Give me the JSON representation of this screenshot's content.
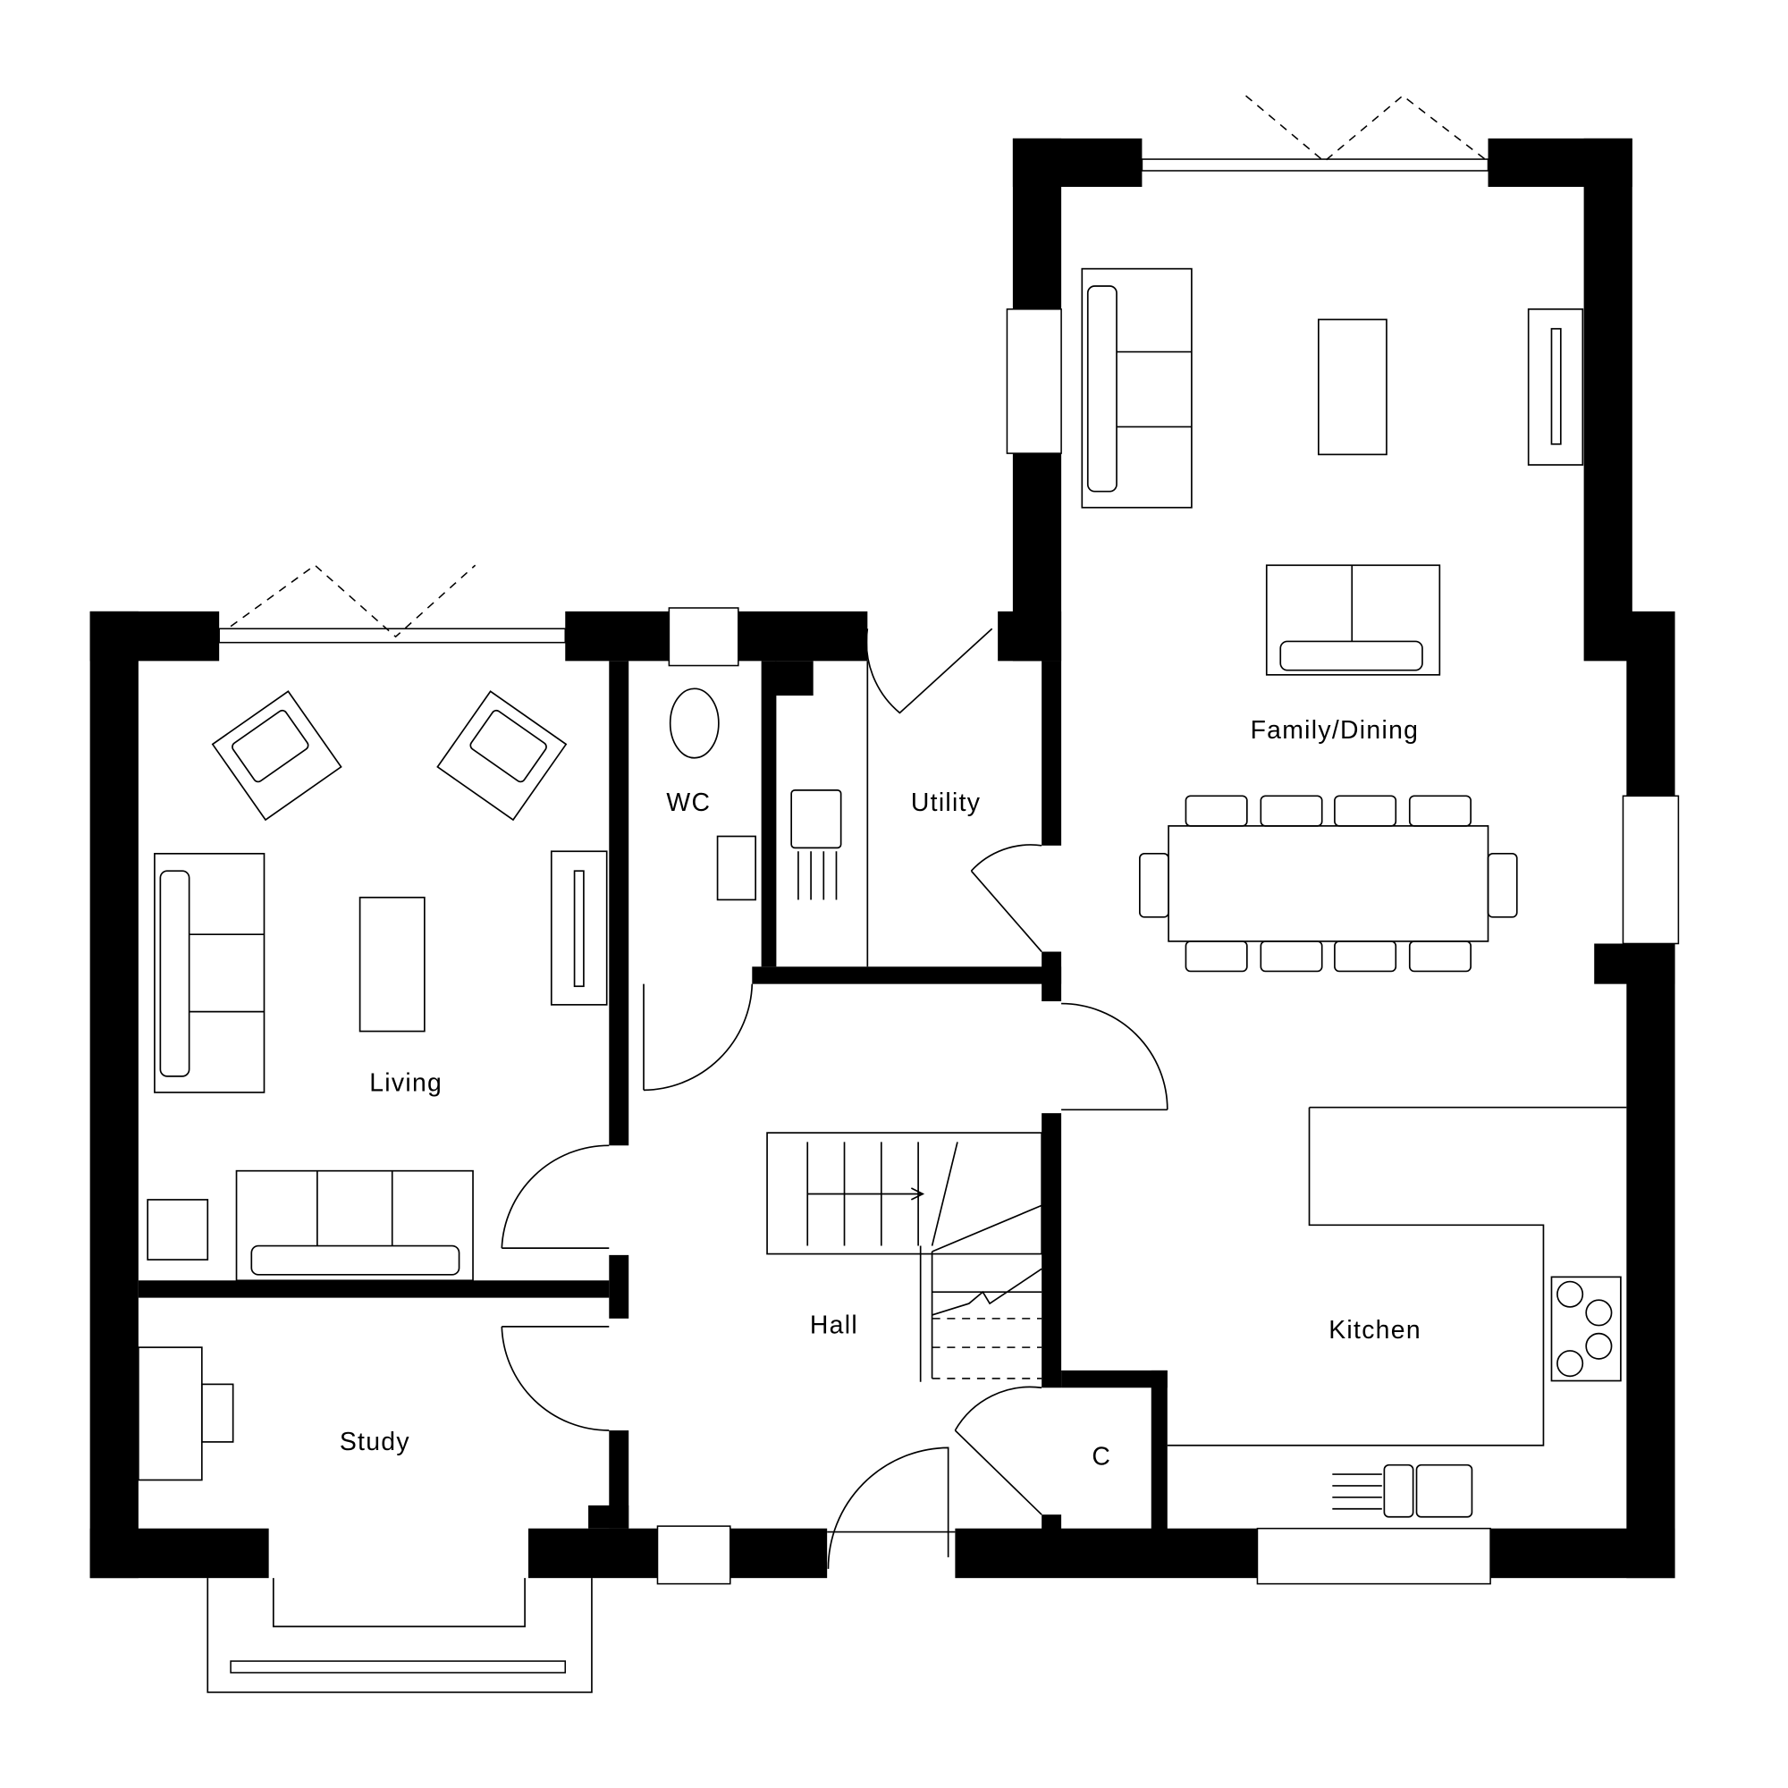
{
  "rooms": {
    "family_dining": "Family/Dining",
    "utility": "Utility",
    "wc": "WC",
    "living": "Living",
    "hall": "Hall",
    "kitchen": "Kitchen",
    "study": "Study",
    "cupboard": "C"
  },
  "colors": {
    "wall": "#000000",
    "background": "#ffffff"
  }
}
